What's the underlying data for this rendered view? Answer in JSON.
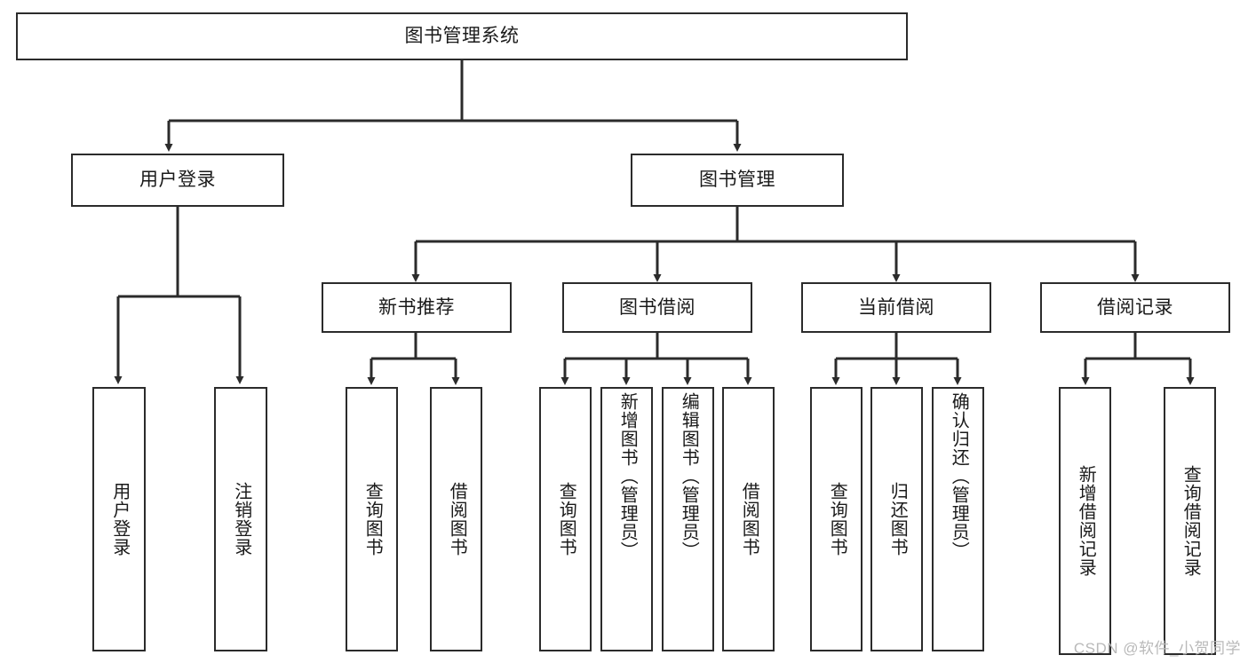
{
  "diagram": {
    "type": "tree",
    "title": "图书管理系统",
    "watermark": "CSDN @软件_小贺同学",
    "colors": {
      "box_border": "#2b2b2b",
      "box_fill": "#ffffff",
      "connector": "#2b2b2b",
      "text": "#1a1a1a",
      "watermark": "#b9b9b9",
      "background": "#ffffff"
    },
    "nodes": {
      "root": {
        "label": "图书管理系统"
      },
      "level2": [
        {
          "id": "user-login",
          "label": "用户登录"
        },
        {
          "id": "book-management",
          "label": "图书管理"
        }
      ],
      "level3": [
        {
          "id": "new-book-recommend",
          "label": "新书推荐"
        },
        {
          "id": "book-borrow",
          "label": "图书借阅"
        },
        {
          "id": "current-borrow",
          "label": "当前借阅"
        },
        {
          "id": "borrow-record",
          "label": "借阅记录"
        }
      ],
      "leaves": {
        "user_login": [
          {
            "id": "leaf-user-login",
            "label": "用户登录"
          },
          {
            "id": "leaf-logout-login",
            "label": "注销登录"
          }
        ],
        "new_book_recommend": [
          {
            "id": "leaf-query-book-1",
            "label": "查询图书"
          },
          {
            "id": "leaf-borrow-book-1",
            "label": "借阅图书"
          }
        ],
        "book_borrow": [
          {
            "id": "leaf-query-book-2",
            "label": "查询图书"
          },
          {
            "id": "leaf-add-book",
            "label": "新增图书（管理员）"
          },
          {
            "id": "leaf-edit-book",
            "label": "编辑图书（管理员）"
          },
          {
            "id": "leaf-borrow-book-2",
            "label": "借阅图书"
          }
        ],
        "current_borrow": [
          {
            "id": "leaf-query-book-3",
            "label": "查询图书"
          },
          {
            "id": "leaf-return-book",
            "label": "归还图书"
          },
          {
            "id": "leaf-confirm-return",
            "label": "确认归还（管理员）"
          }
        ],
        "borrow_record": [
          {
            "id": "leaf-add-record",
            "label": "新增借阅记录"
          },
          {
            "id": "leaf-query-record",
            "label": "查询借阅记录"
          }
        ]
      }
    }
  }
}
